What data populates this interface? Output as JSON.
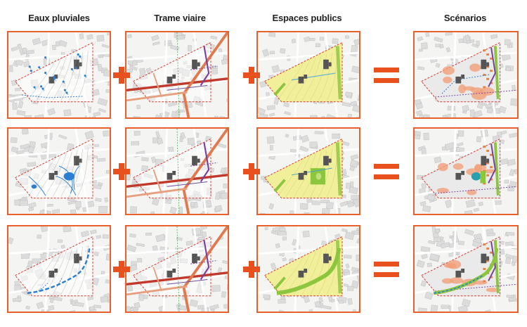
{
  "headers": {
    "eaux_pluviales": "Eaux pluviales",
    "trame_viaire": "Trame viaire",
    "espaces_publics": "Espaces publics",
    "scenarios": "Scénarios"
  },
  "colors": {
    "frame": "#e8602c",
    "operator": "#e8501e",
    "water": "#2a7fd4",
    "road_major": "#e07a4e",
    "road_red": "#c0392b",
    "road_purple": "#7b3fa0",
    "green": "#8cc63f",
    "yellow": "#f1ef9a",
    "perimeter": "#d9342b",
    "scenario_orange": "#f2a07b"
  },
  "rows": [
    {
      "water_variant": "points"
    },
    {
      "water_variant": "basin"
    },
    {
      "water_variant": "channel"
    }
  ]
}
